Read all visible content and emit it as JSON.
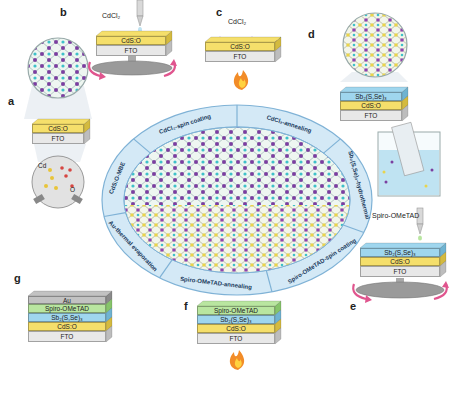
{
  "diagram": {
    "nodes": [
      {
        "text": [
          "CdS:O"
        ]
      },
      {
        "text": [
          "FTO"
        ]
      },
      {
        "text": [
          "CdS:O"
        ]
      },
      {
        "text": [
          "FTO"
        ]
      },
      {
        "text": [
          "CdS:O"
        ]
      },
      {
        "text": [
          "FTO"
        ]
      },
      {
        "text": [
          "Sb₂(S,Se)₃"
        ]
      },
      {
        "text": [
          "CdS:O"
        ]
      },
      {
        "text": [
          "FTO"
        ]
      },
      {
        "text": [
          "CdCl₂-spin coating"
        ]
      },
      {
        "text": [
          "CdCl₂-annealing"
        ]
      },
      {
        "text": [
          "Sb₂(S,Se)₃-hydrothermal"
        ]
      },
      {
        "text": [
          "Spiro-OMeTAD-spin coating"
        ]
      },
      {
        "text": [
          "Spiro-OMeTAD-annealing"
        ]
      },
      {
        "text": [
          "Au-thermal evaporation"
        ]
      },
      {
        "text": [
          "CdS:O-MBE"
        ]
      },
      {
        "text": [
          "Sb₂(S,Se)₃"
        ]
      },
      {
        "text": [
          "CdS:O"
        ]
      },
      {
        "text": [
          "FTO"
        ]
      },
      {
        "text": [
          "Spiro-OMeTAD"
        ]
      },
      {
        "text": [
          "Sb₂(S,Se)₃"
        ]
      },
      {
        "text": [
          "CdS:O"
        ]
      },
      {
        "text": [
          "FTO"
        ]
      },
      {
        "text": [
          "Au"
        ]
      },
      {
        "text": [
          "Spiro-OMeTAD"
        ]
      },
      {
        "text": [
          "Sb₂(S,Se)₃"
        ]
      },
      {
        "text": [
          "CdS:O"
        ]
      },
      {
        "text": [
          "FTO"
        ]
      }
    ],
    "labels": [
      "a",
      "b",
      "CdCl₂",
      "c",
      "CdCl₂",
      "d",
      "Spiro-OMeTAD",
      "e",
      "f",
      "g",
      "Cd",
      "O"
    ]
  }
}
